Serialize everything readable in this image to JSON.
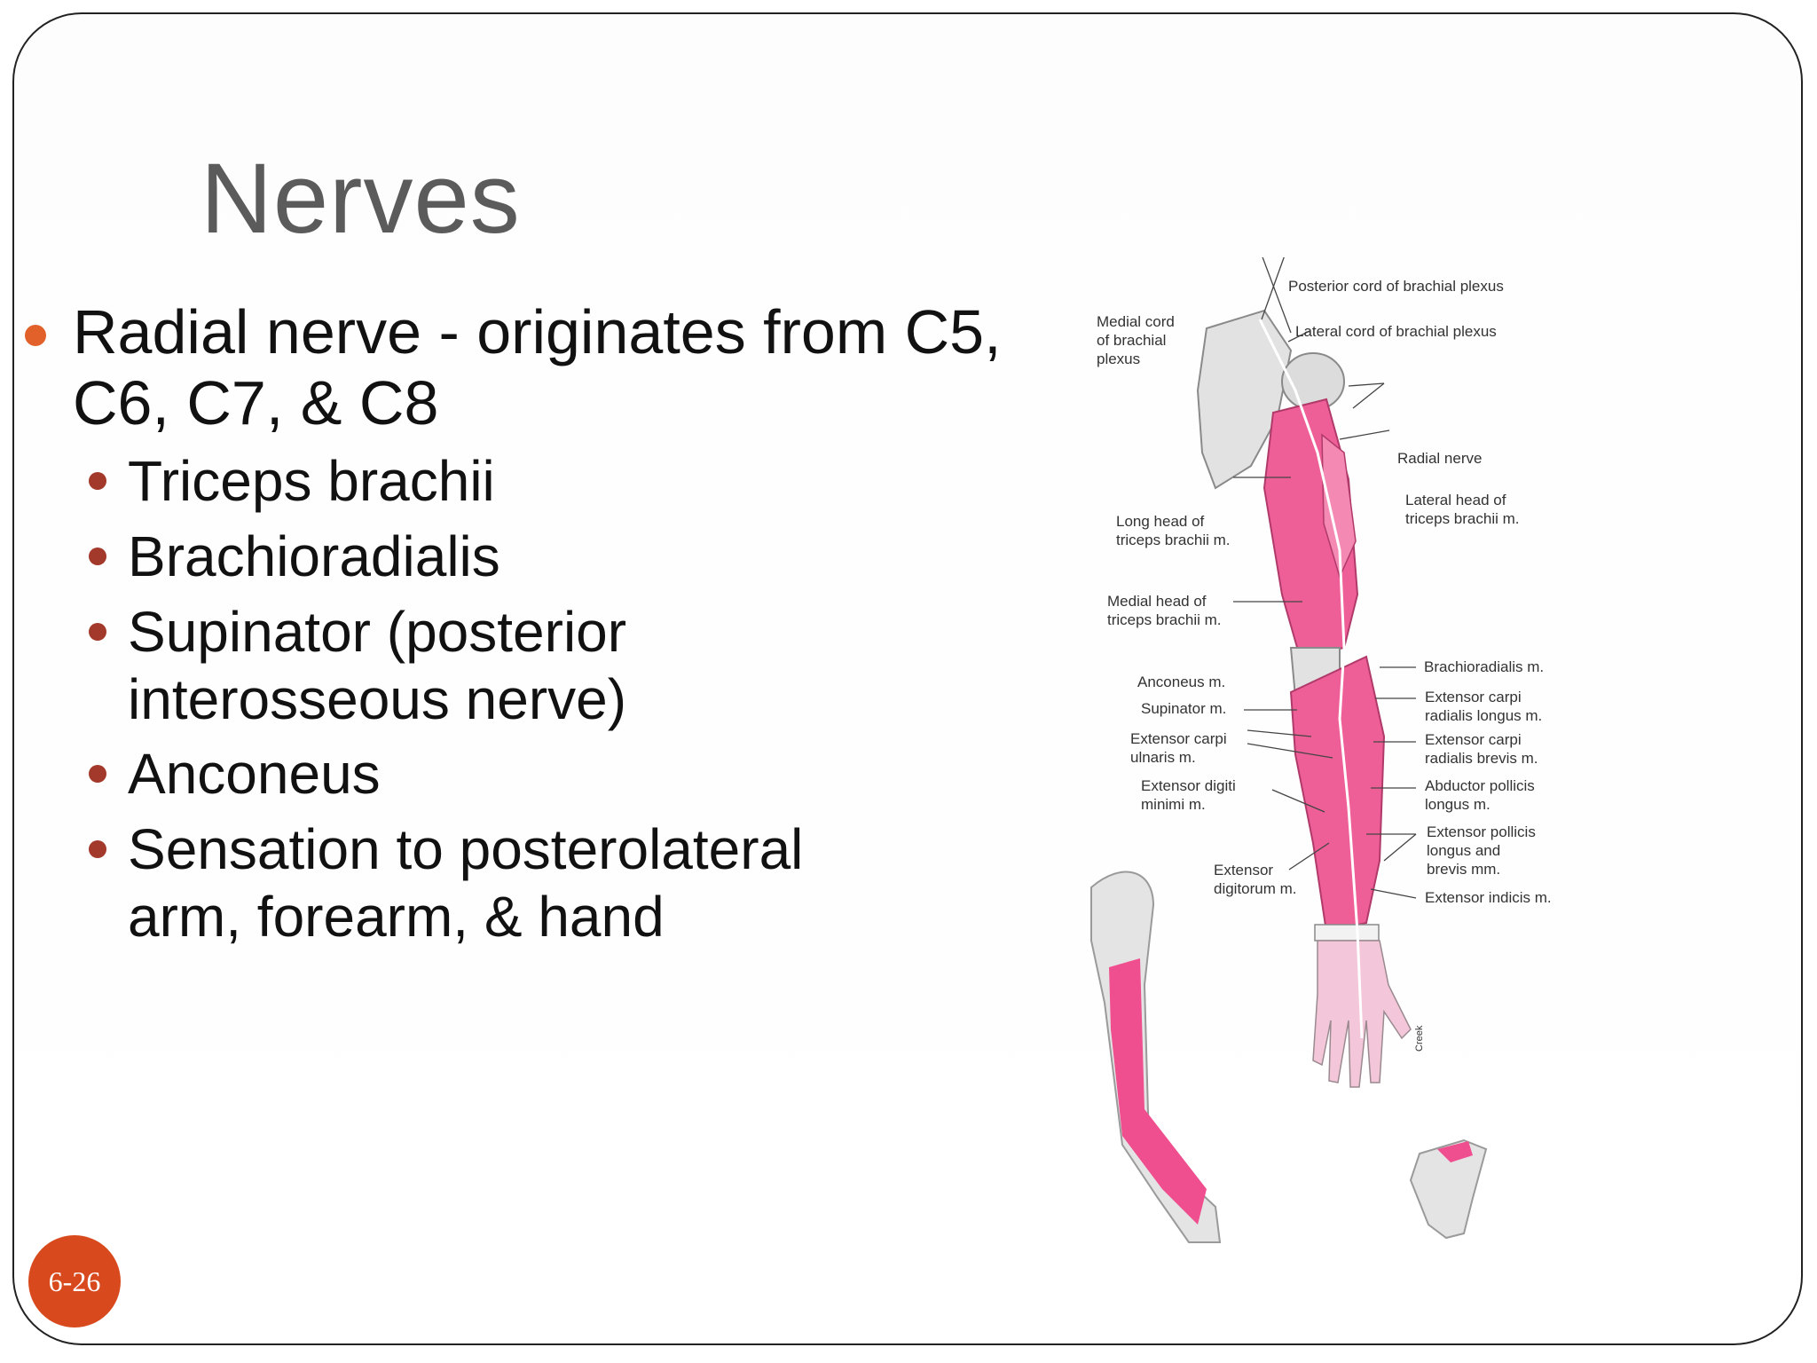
{
  "slide": {
    "title": "Nerves",
    "page_number": "6-26",
    "main_bullet": "Radial nerve - originates from C5, C6, C7, & C8",
    "sub_bullets": [
      "Triceps brachii",
      "Brachioradialis",
      "Supinator (posterior interosseous nerve)",
      "Anconeus",
      "Sensation to posterolateral arm, forearm, & hand"
    ]
  },
  "figure": {
    "labels": {
      "posterior_cord": "Posterior cord of brachial plexus",
      "medial_cord": "Medial cord\nof brachial\nplexus",
      "lateral_cord": "Lateral cord of brachial plexus",
      "radial_nerve": "Radial nerve",
      "lateral_head": "Lateral head of\ntriceps brachii m.",
      "long_head": "Long head of\ntriceps brachii m.",
      "medial_head": "Medial head of\ntriceps brachii m.",
      "brachioradialis": "Brachioradialis m.",
      "anconeus": "Anconeus m.",
      "supinator": "Supinator m.",
      "ecrl": "Extensor carpi\nradialis longus m.",
      "ecu": "Extensor carpi\nulnaris m.",
      "ecrb": "Extensor carpi\nradialis brevis m.",
      "edm": "Extensor digiti\nminimi m.",
      "apl": "Abductor pollicis\nlongus m.",
      "epl": "Extensor pollicis\nlongus and\nbrevis mm.",
      "ed": "Extensor\ndigitorum m.",
      "ei": "Extensor indicis m."
    },
    "signature": "Creek"
  },
  "colors": {
    "title": "#5b5b5b",
    "main_bullet_dot": "#e2612a",
    "sub_bullet_dot": "#a3392a",
    "page_badge": "#d9491e",
    "muscle_pink": "#ef5f97"
  }
}
